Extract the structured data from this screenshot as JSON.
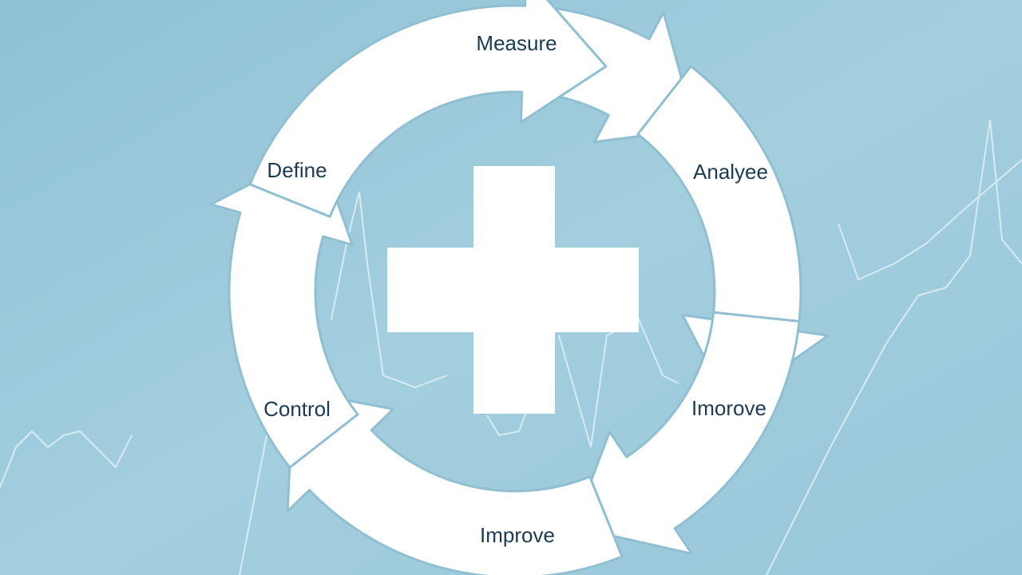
{
  "diagram": {
    "center_symbol": "plus-cross",
    "colors": {
      "background": "#9cc9da",
      "arrow_fill": "#ffffff",
      "arrow_edge": "#8fbfd0",
      "label_text": "#1d3b50",
      "pulse_line": "#e8f4f8"
    },
    "stages": [
      {
        "id": "measure",
        "label": "Measure"
      },
      {
        "id": "analyze",
        "label": "Analyee"
      },
      {
        "id": "improve-right",
        "label": "Imorove"
      },
      {
        "id": "improve-bottom",
        "label": "Improve"
      },
      {
        "id": "control",
        "label": "Control"
      },
      {
        "id": "define",
        "label": "Define"
      }
    ]
  }
}
